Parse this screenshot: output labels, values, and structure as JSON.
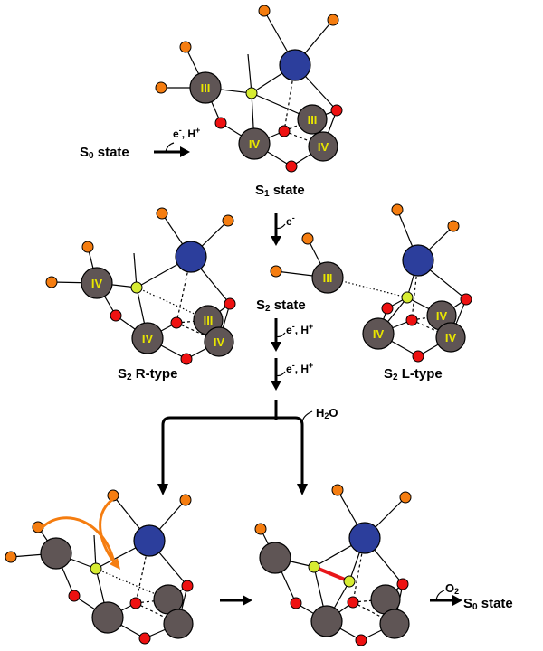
{
  "labels": {
    "s0_state": "S0 state",
    "s0_sub": "0",
    "s1_state": "S1 state",
    "s1_sub": "1",
    "s2_state": "S2 state",
    "s2_sub": "2",
    "s2_r_type": "S2 R-type",
    "s2_l_type": "S2 L-type",
    "final_s0_state": "S0 state",
    "step1": "e-, H+",
    "step2": "e-",
    "step3": "e-, H+",
    "step4": "e-, H+",
    "water": "H2O",
    "oxygen": "O2",
    "state_word": " state",
    "s": "S",
    "r_type_word": " R-type",
    "l_type_word": " L-type",
    "e": "e",
    "minus": "-",
    "comma_h": ", H",
    "plus": "+",
    "h": "H",
    "two": "2",
    "o_letter": "O"
  },
  "oxidation": {
    "s1": [
      "III",
      "III",
      "IV",
      "IV"
    ],
    "r_type": [
      "IV",
      "IV",
      "III",
      "IV"
    ],
    "l_type": [
      "III",
      "IV",
      "IV",
      "IV"
    ]
  },
  "colors": {
    "manganese": "#5f5555",
    "calcium": "#2c3e9c",
    "oxygen": "#ee1111",
    "water": "#f57d10",
    "oxo": "#d7ec32",
    "oxidation_text": "#e8e600",
    "new_bond": "#e8161a",
    "curved_arrow": "#f57d10"
  }
}
